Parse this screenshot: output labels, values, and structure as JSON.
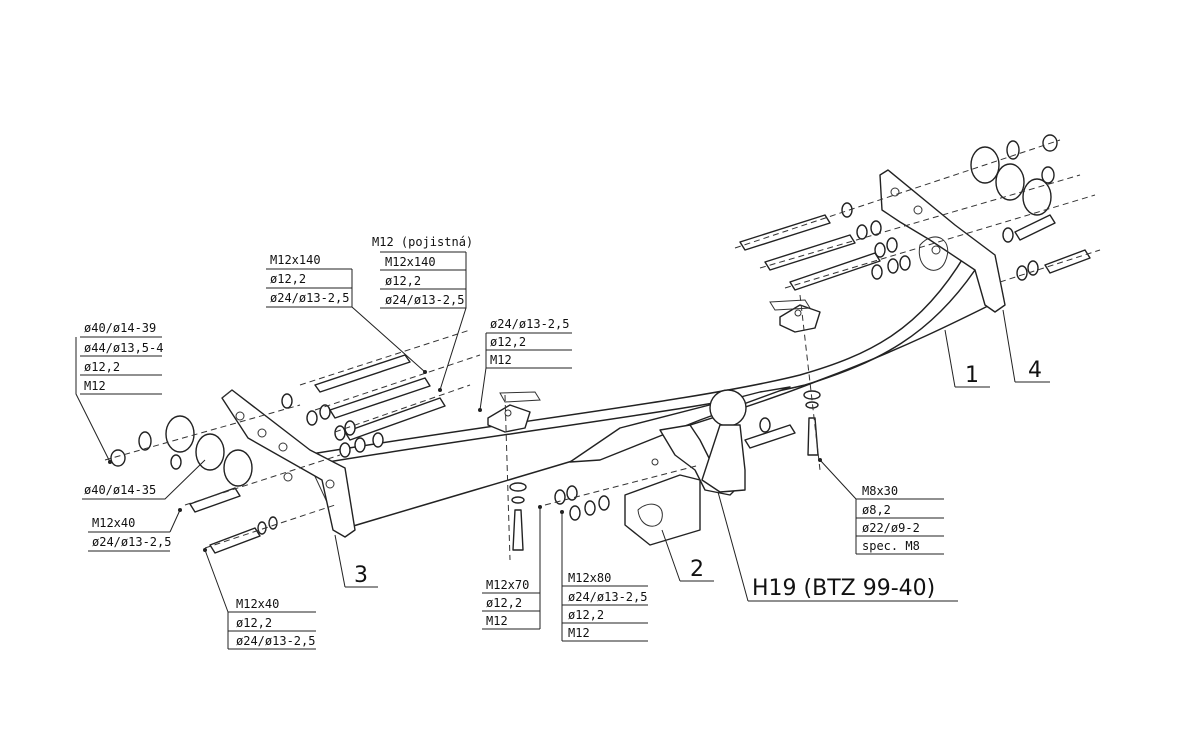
{
  "model_label": "H19 (BTZ 99-40)",
  "parts": {
    "p1": "1",
    "p2": "2",
    "p3": "3",
    "p4": "4"
  },
  "callouts": {
    "left_bushing": [
      "ø40/ø14-39",
      "ø44/ø13,5-4",
      "ø12,2",
      "M12"
    ],
    "left_spacer": [
      "ø40/ø14-35"
    ],
    "left_bolt_upper": [
      "M12x40",
      "ø24/ø13-2,5"
    ],
    "left_bolt_lower": [
      "M12x40",
      "ø12,2",
      "ø24/ø13-2,5"
    ],
    "bolts_140": [
      "M12x140",
      "ø12,2",
      "ø24/ø13-2,5"
    ],
    "bolts_140_locking": [
      "M12 (pojistná)",
      "M12x140",
      "ø12,2",
      "ø24/ø13-2,5"
    ],
    "center_plate": [
      "ø24/ø13-2,5",
      "ø12,2",
      "M12"
    ],
    "bolt_70": [
      "M12x70",
      "ø12,2",
      "M12"
    ],
    "bolt_80": [
      "M12x80",
      "ø24/ø13-2,5",
      "ø12,2",
      "M12"
    ],
    "bolt_m8": [
      "M8x30",
      "ø8,2",
      "ø22/ø9-2",
      "spec. M8"
    ]
  }
}
